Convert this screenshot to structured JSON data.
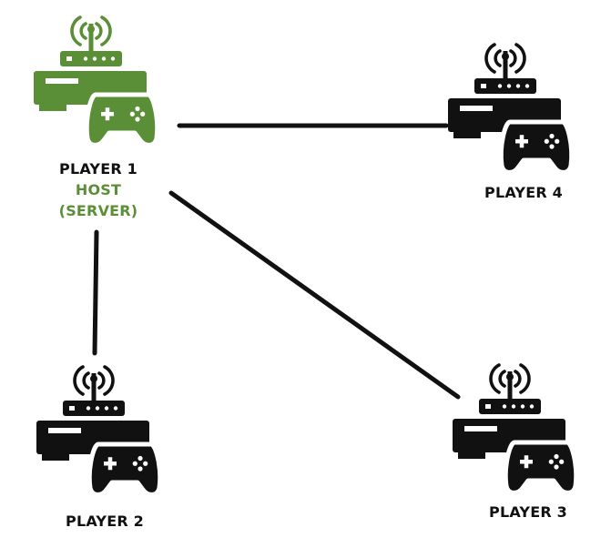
{
  "colors": {
    "host": "#5b8f37",
    "client": "#111111",
    "link": "#111111",
    "background": "#ffffff"
  },
  "players": {
    "p1": {
      "name": "PLAYER 1",
      "role": "HOST",
      "role_detail": "(SERVER)",
      "icon": "host-console-icon"
    },
    "p2": {
      "name": "PLAYER 2",
      "icon": "console-icon"
    },
    "p3": {
      "name": "PLAYER 3",
      "icon": "console-icon"
    },
    "p4": {
      "name": "PLAYER 4",
      "icon": "console-icon"
    }
  },
  "connections": [
    {
      "from": "PLAYER 1",
      "to": "PLAYER 4"
    },
    {
      "from": "PLAYER 1",
      "to": "PLAYER 2"
    },
    {
      "from": "PLAYER 1",
      "to": "PLAYER 3"
    }
  ]
}
